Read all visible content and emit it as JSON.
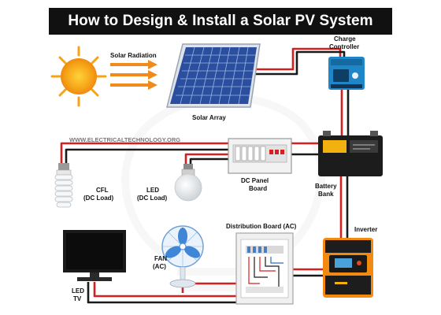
{
  "title": "How to Design & Install a Solar PV System",
  "watermark": "WWW.ELECTRICALTECHNOLOGY.ORG",
  "labels": {
    "solar_radiation": "Solar Radiation",
    "solar_array": "Solar Array",
    "charge_controller_1": "Charge",
    "charge_controller_2": "Controller",
    "cfl_1": "CFL",
    "cfl_2": "(DC Load)",
    "led_1": "LED",
    "led_2": "(DC Load)",
    "dc_panel_1": "DC Panel",
    "dc_panel_2": "Board",
    "battery_1": "Battery",
    "battery_2": "Bank",
    "distribution_board": "Distribution Board (AC)",
    "inverter": "Inverter",
    "fan_1": "FAN",
    "fan_2": "(AC)",
    "tv_1": "LED",
    "tv_2": "TV"
  },
  "colors": {
    "wire_positive": "#d42020",
    "wire_negative": "#1a1a1a",
    "panel_blue": "#2b4f9e",
    "sun": "#f6a317",
    "arrow": "#f08a1c",
    "controller_blue": "#1f86c8",
    "battery_yellow": "#f2b10e",
    "inverter_orange": "#f28a12"
  },
  "icons": [
    "sun-icon",
    "solar-panel-icon",
    "charge-controller-icon",
    "battery-icon",
    "cfl-bulb-icon",
    "led-bulb-icon",
    "dc-panel-board-icon",
    "distribution-board-icon",
    "inverter-icon",
    "fan-icon",
    "tv-icon"
  ]
}
